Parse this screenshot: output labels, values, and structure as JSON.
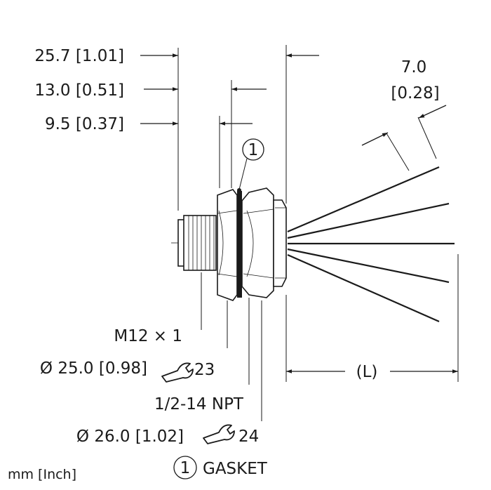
{
  "dimensions": {
    "overall_length": "25.7 [1.01]",
    "nut_offset": "13.0 [0.51]",
    "thread_length": "9.5 [0.37]",
    "wire_spacing_mm": "7.0",
    "wire_spacing_in": "[0.28]",
    "cable_length": "(L)"
  },
  "callouts": {
    "thread_m12": "M12 × 1",
    "nut1_diameter": "Ø 25.0 [0.98]",
    "nut1_wrench_size": "23",
    "thread_npt": "1/2-14 NPT",
    "nut2_diameter": "Ø 26.0 [1.02]",
    "nut2_wrench_size": "24"
  },
  "legend": {
    "gasket_number": "1",
    "gasket_label": "GASKET",
    "balloon_number": "1"
  },
  "units_note": "mm [Inch]",
  "icons": [
    "wrench-icon",
    "arrowhead"
  ]
}
